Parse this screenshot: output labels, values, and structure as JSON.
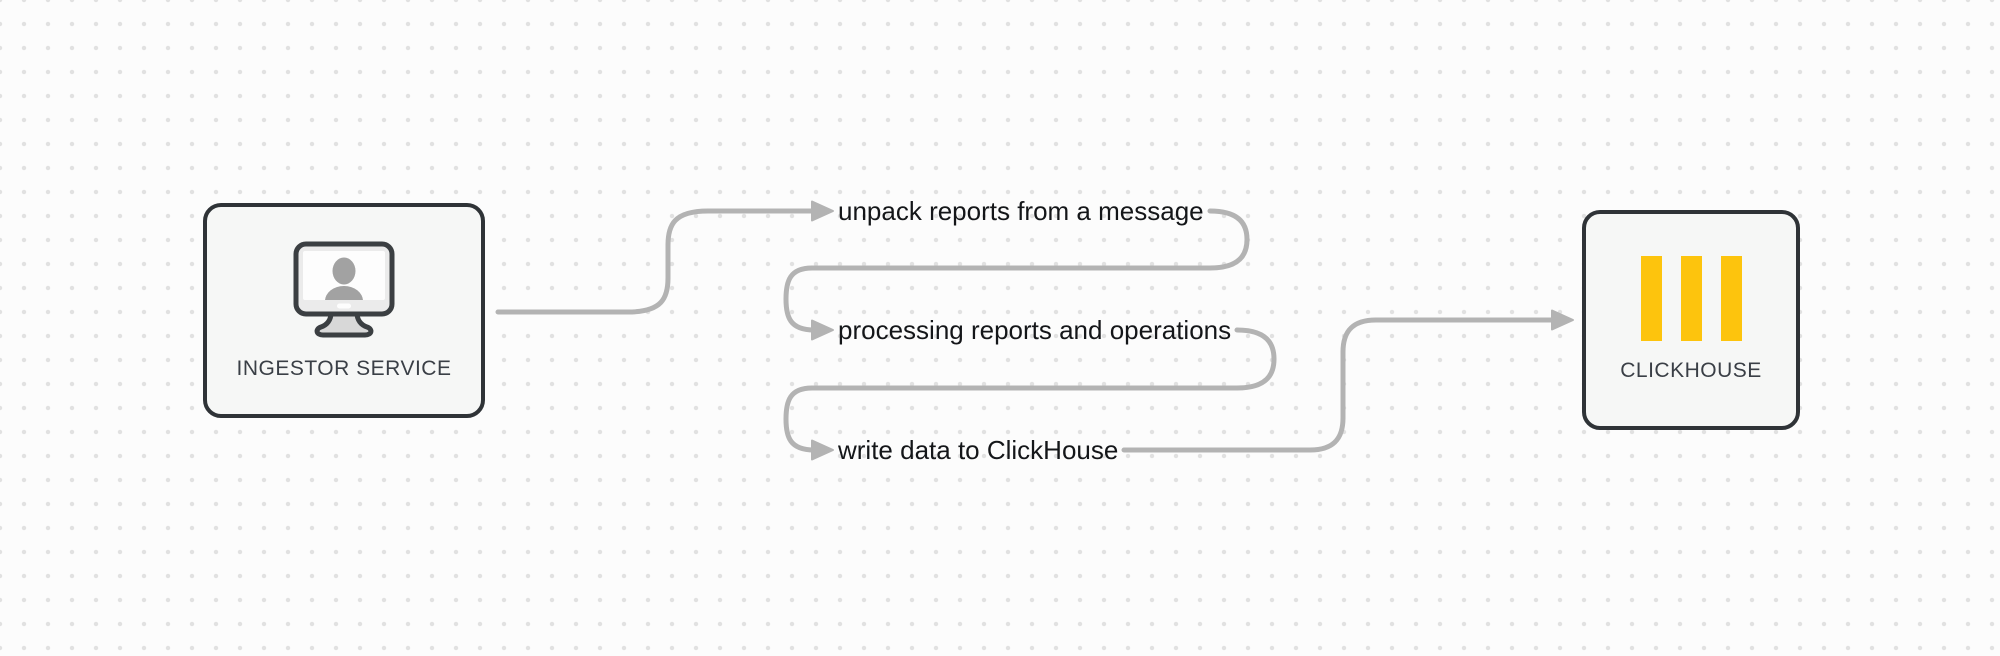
{
  "theme": {
    "canvas-bg": "#fcfcfc",
    "dot-color": "#e1e1e1",
    "node-fill": "#f6f7f6",
    "node-border": "#2f3337",
    "node-label-color": "#3a3f46",
    "step-label-color": "#141619",
    "wire-color": "#b3b3b3",
    "accent-yellow": "#fdc40d"
  },
  "nodes": {
    "ingestor": {
      "label": "INGESTOR SERVICE",
      "icon": "monitor-user-icon"
    },
    "clickhouse": {
      "label": "CLICKHOUSE",
      "icon": "clickhouse-bars-icon"
    }
  },
  "steps": [
    {
      "label": "unpack reports from a message"
    },
    {
      "label": "processing reports and operations"
    },
    {
      "label": "write data to ClickHouse"
    }
  ]
}
